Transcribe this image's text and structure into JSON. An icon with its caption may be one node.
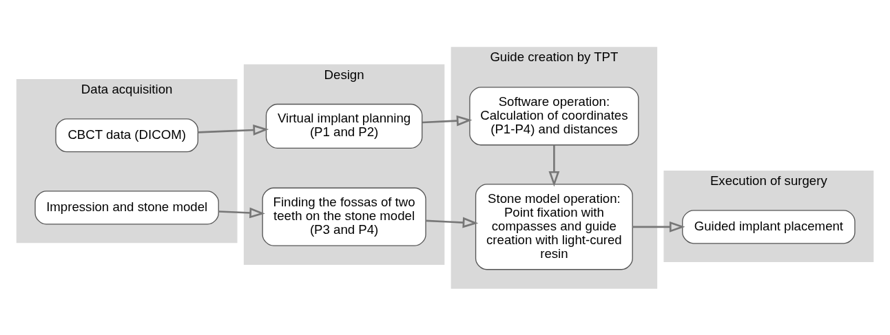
{
  "diagram": {
    "nodes": [
      {
        "text": [
          "Data acquisition"
        ]
      },
      {
        "text": [
          "CBCT data (DICOM)"
        ],
        "in": 0
      },
      {
        "text": [
          "Impression and stone model"
        ],
        "in": 0
      },
      {
        "text": [
          "Design"
        ]
      },
      {
        "text": [
          "Virtual implant planning (P1 and P2)"
        ],
        "in": 3
      },
      {
        "text": [
          "Finding the fossas of two teeth on the stone model (P3 and P4)"
        ],
        "in": 3
      },
      {
        "text": [
          "Guide creation by TPT"
        ]
      },
      {
        "text": [
          "Software operation: Calculation of coordinates (P1-P4) and distances"
        ],
        "in": 6
      },
      {
        "text": [
          "Stone model operation: Point fixation with compasses and guide creation with light-cured resin"
        ],
        "in": 6
      },
      {
        "text": [
          "Execution of surgery"
        ]
      },
      {
        "text": [
          "Guided implant placement"
        ],
        "in": 9
      }
    ],
    "edges": [
      {
        "from": 1,
        "to": 4,
        "arrow": "to"
      },
      {
        "from": 2,
        "to": 5,
        "arrow": "to"
      },
      {
        "from": 4,
        "to": 7,
        "arrow": "to"
      },
      {
        "from": 5,
        "to": 8,
        "arrow": "to"
      },
      {
        "from": 7,
        "to": 8,
        "arrow": "to"
      },
      {
        "from": 8,
        "to": 10,
        "arrow": "to"
      }
    ]
  }
}
